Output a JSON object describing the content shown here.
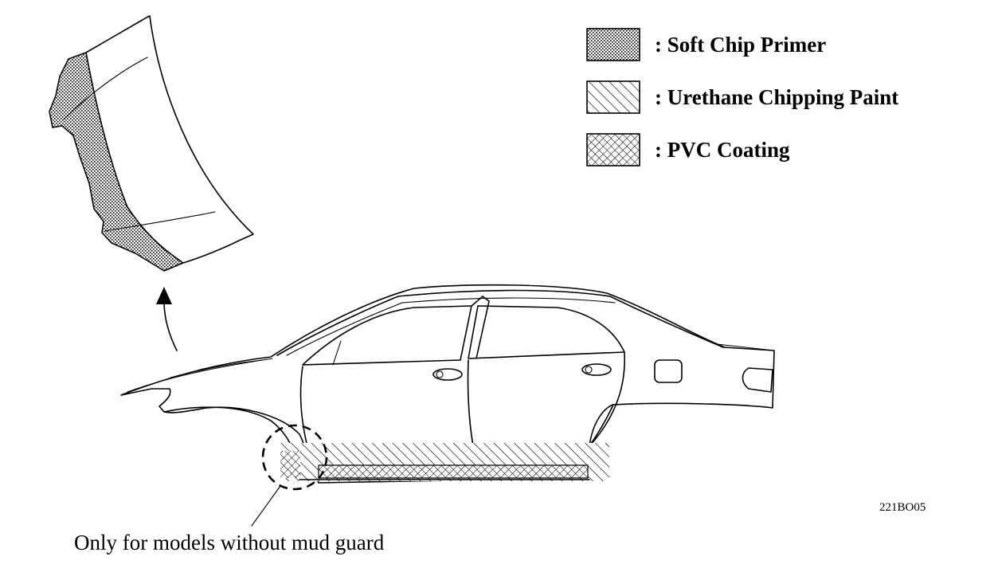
{
  "legend": {
    "items": [
      {
        "label": ": Soft Chip Primer",
        "pattern": "dots"
      },
      {
        "label": ": Urethane Chipping Paint",
        "pattern": "diagonal-hatch"
      },
      {
        "label": ": PVC Coating",
        "pattern": "cross-hatch"
      }
    ]
  },
  "note": "Only for models without mud guard",
  "figure_code": "221BO05",
  "colors": {
    "ink": "#000000",
    "background": "#ffffff"
  },
  "icons": {
    "arrow": "curved-up-arrow-icon"
  }
}
